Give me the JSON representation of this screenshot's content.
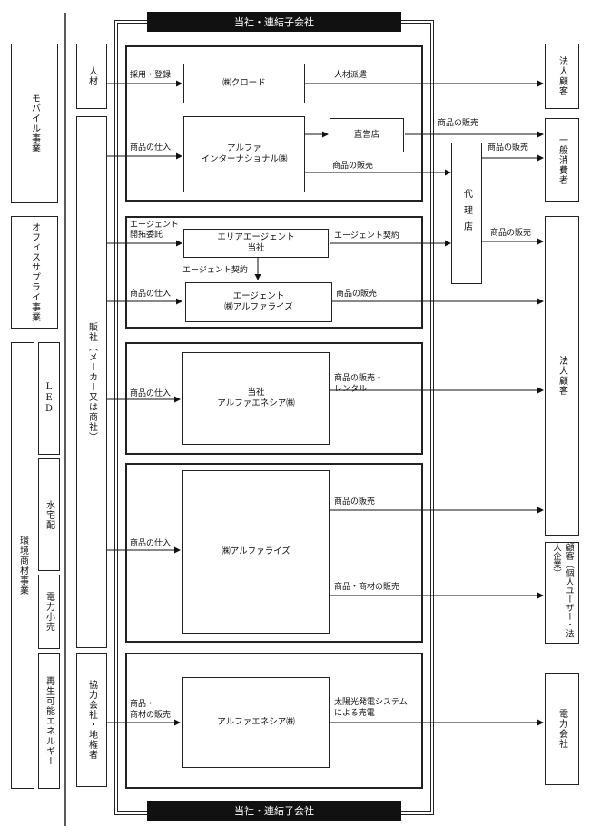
{
  "banner": "当社・連結子会社",
  "segments": {
    "mobile": "モバイル事業",
    "office": "オフィスサプライ事業",
    "env": "環境商材事業",
    "led": "LED",
    "water": "水宅配",
    "power": "電力小売",
    "renew": "再生可能エネルギー"
  },
  "sources": {
    "jinzai": "人材",
    "hansha": "販社（メーカー又は商社）",
    "kyoryoku": "協力会社・地権者"
  },
  "companies": {
    "crowd": "㈱クロード",
    "alpha_intl_1": "アルファ",
    "alpha_intl_2": "インターナショナル㈱",
    "direct_store": "直営店",
    "area_agent_1": "エリアエージェント",
    "area_agent_2": "当社",
    "agent_1": "エージェント",
    "agent_2": "㈱アルファライズ",
    "ae_1": "当社",
    "ae_2": "アルファエネシア㈱",
    "alpharise": "㈱アルファライズ",
    "alphaenesia": "アルファエネシア㈱",
    "dairiten": "代理店"
  },
  "customers": {
    "hojin1": "法人顧客",
    "ippan": "一般消費者",
    "hojin2": "法人顧客",
    "kokyaku": "顧客（個人ユーザー・法人企業）",
    "denryoku": "電力会社"
  },
  "labels": {
    "saiyo": "採用・登録",
    "jinzai_haken": "人材派遣",
    "shiire1": "商品の仕入",
    "hanbai_direct": "商品の販売",
    "hanbai_ippan": "商品の販売",
    "hanbai_dairi": "商品の販売",
    "agent_itaku_1": "エージェント",
    "agent_itaku_2": "開拓委託",
    "agent_keiyaku": "エージェント契約",
    "agent_keiyaku2": "エージェント契約",
    "hanbai_dairi_out": "商品の販売",
    "shiire2": "商品の仕入",
    "hanbai_agent": "商品の販売",
    "shiire3": "商品の仕入",
    "rental_1": "商品の販売・",
    "rental_2": "レンタル",
    "hanbai_rise": "商品の販売",
    "shiire4": "商品の仕入",
    "shozai": "商品・商材の販売",
    "kyoryoku_1": "商品・",
    "kyoryoku_2": "商材の販売",
    "solar_1": "太陽光発電システム",
    "solar_2": "による売電"
  }
}
